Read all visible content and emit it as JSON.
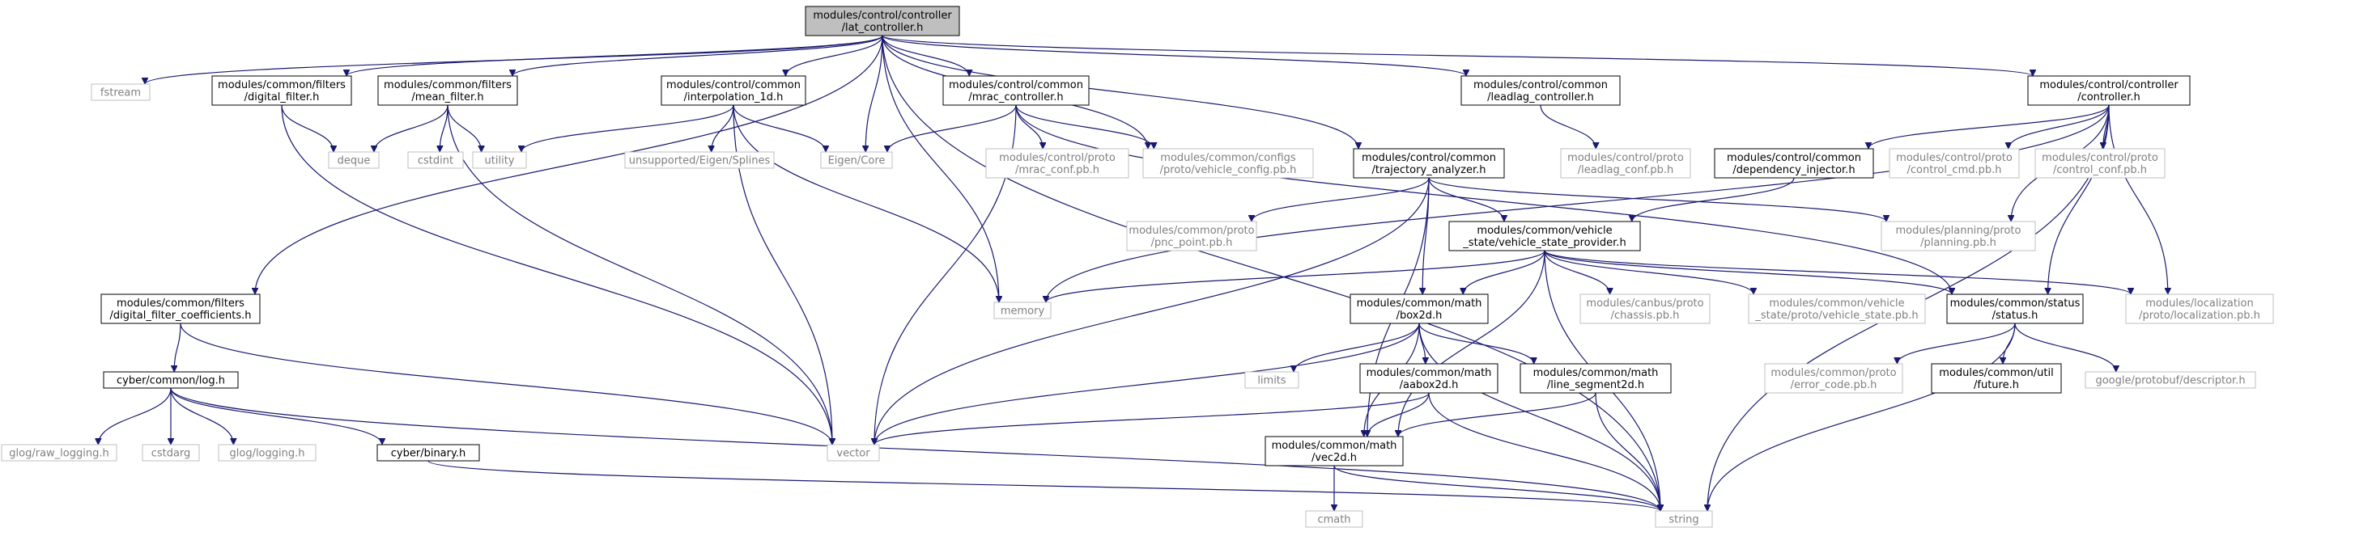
{
  "colors": {
    "edge": "#191970",
    "root_fill": "#bfbfbf",
    "documented_border": "#000000",
    "external_border": "#bfbfbf",
    "external_text": "#808080"
  },
  "nodes": {
    "lat_controller": {
      "lines": [
        "modules/control/controller",
        "/lat_controller.h"
      ],
      "kind": "root"
    },
    "fstream": {
      "lines": [
        "fstream"
      ],
      "kind": "external"
    },
    "digital_filter": {
      "lines": [
        "modules/common/filters",
        "/digital_filter.h"
      ],
      "kind": "documented"
    },
    "mean_filter": {
      "lines": [
        "modules/common/filters",
        "/mean_filter.h"
      ],
      "kind": "documented"
    },
    "interpolation_1d": {
      "lines": [
        "modules/control/common",
        "/interpolation_1d.h"
      ],
      "kind": "documented"
    },
    "mrac_controller": {
      "lines": [
        "modules/control/common",
        "/mrac_controller.h"
      ],
      "kind": "documented"
    },
    "leadlag_controller": {
      "lines": [
        "modules/control/common",
        "/leadlag_controller.h"
      ],
      "kind": "documented"
    },
    "controller": {
      "lines": [
        "modules/control/controller",
        "/controller.h"
      ],
      "kind": "documented"
    },
    "deque": {
      "lines": [
        "deque"
      ],
      "kind": "external"
    },
    "cstdint": {
      "lines": [
        "cstdint"
      ],
      "kind": "external"
    },
    "utility": {
      "lines": [
        "utility"
      ],
      "kind": "external"
    },
    "eigen_splines": {
      "lines": [
        "unsupported/Eigen/Splines"
      ],
      "kind": "external"
    },
    "eigen_core": {
      "lines": [
        "Eigen/Core"
      ],
      "kind": "external"
    },
    "mrac_conf": {
      "lines": [
        "modules/control/proto",
        "/mrac_conf.pb.h"
      ],
      "kind": "external"
    },
    "vehicle_config": {
      "lines": [
        "modules/common/configs",
        "/proto/vehicle_config.pb.h"
      ],
      "kind": "external"
    },
    "trajectory_analyzer": {
      "lines": [
        "modules/control/common",
        "/trajectory_analyzer.h"
      ],
      "kind": "documented"
    },
    "leadlag_conf": {
      "lines": [
        "modules/control/proto",
        "/leadlag_conf.pb.h"
      ],
      "kind": "external"
    },
    "dependency_injector": {
      "lines": [
        "modules/control/common",
        "/dependency_injector.h"
      ],
      "kind": "documented"
    },
    "control_cmd": {
      "lines": [
        "modules/control/proto",
        "/control_cmd.pb.h"
      ],
      "kind": "external"
    },
    "control_conf": {
      "lines": [
        "modules/control/proto",
        "/control_conf.pb.h"
      ],
      "kind": "external"
    },
    "pnc_point": {
      "lines": [
        "modules/common/proto",
        "/pnc_point.pb.h"
      ],
      "kind": "external"
    },
    "vehicle_state_provider": {
      "lines": [
        "modules/common/vehicle",
        "_state/vehicle_state_provider.h"
      ],
      "kind": "documented"
    },
    "planning_pb": {
      "lines": [
        "modules/planning/proto",
        "/planning.pb.h"
      ],
      "kind": "external"
    },
    "digital_filter_coefficients": {
      "lines": [
        "modules/common/filters",
        "/digital_filter_coefficients.h"
      ],
      "kind": "documented"
    },
    "memory": {
      "lines": [
        "memory"
      ],
      "kind": "external"
    },
    "box2d": {
      "lines": [
        "modules/common/math",
        "/box2d.h"
      ],
      "kind": "documented"
    },
    "chassis": {
      "lines": [
        "modules/canbus/proto",
        "/chassis.pb.h"
      ],
      "kind": "external"
    },
    "vehicle_state_pb": {
      "lines": [
        "modules/common/vehicle",
        "_state/proto/vehicle_state.pb.h"
      ],
      "kind": "external"
    },
    "status": {
      "lines": [
        "modules/common/status",
        "/status.h"
      ],
      "kind": "documented"
    },
    "localization": {
      "lines": [
        "modules/localization",
        "/proto/localization.pb.h"
      ],
      "kind": "external"
    },
    "log": {
      "lines": [
        "cyber/common/log.h"
      ],
      "kind": "documented"
    },
    "limits": {
      "lines": [
        "limits"
      ],
      "kind": "external"
    },
    "aabox2d": {
      "lines": [
        "modules/common/math",
        "/aabox2d.h"
      ],
      "kind": "documented"
    },
    "line_segment2d": {
      "lines": [
        "modules/common/math",
        "/line_segment2d.h"
      ],
      "kind": "documented"
    },
    "error_code": {
      "lines": [
        "modules/common/proto",
        "/error_code.pb.h"
      ],
      "kind": "external"
    },
    "future": {
      "lines": [
        "modules/common/util",
        "/future.h"
      ],
      "kind": "documented"
    },
    "descriptor": {
      "lines": [
        "google/protobuf/descriptor.h"
      ],
      "kind": "external"
    },
    "raw_logging": {
      "lines": [
        "glog/raw_logging.h"
      ],
      "kind": "external"
    },
    "cstdarg": {
      "lines": [
        "cstdarg"
      ],
      "kind": "external"
    },
    "glog_logging": {
      "lines": [
        "glog/logging.h"
      ],
      "kind": "external"
    },
    "cyber_binary": {
      "lines": [
        "cyber/binary.h"
      ],
      "kind": "documented"
    },
    "vector": {
      "lines": [
        "vector"
      ],
      "kind": "external"
    },
    "vec2d": {
      "lines": [
        "modules/common/math",
        "/vec2d.h"
      ],
      "kind": "documented"
    },
    "cmath": {
      "lines": [
        "cmath"
      ],
      "kind": "external"
    },
    "string": {
      "lines": [
        "string"
      ],
      "kind": "external"
    }
  }
}
